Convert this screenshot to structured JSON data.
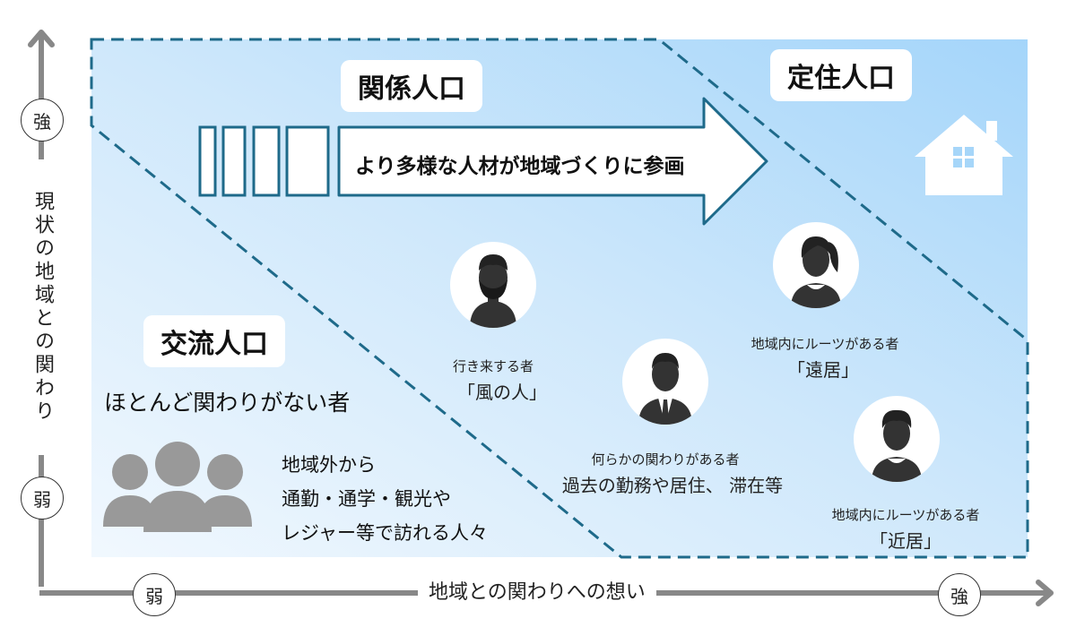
{
  "axes": {
    "y_label": "現状の地域との関わり",
    "y_strong": "強",
    "y_weak": "弱",
    "x_label": "地域との関わりへの想い",
    "x_weak": "弱",
    "x_strong": "強"
  },
  "regions": {
    "kankei": "関係人口",
    "teijuu": "定住人口",
    "kouryuu": "交流人口"
  },
  "arrow_text": "より多様な人材が地域づくりに参画",
  "kouryuu_desc": "ほとんど関わりがない者",
  "kouryuu_detail": [
    "地域外から",
    "通勤・通学・観光や",
    "レジャー等で訪れる人々"
  ],
  "persons": {
    "kaze": {
      "desc": "行き来する者",
      "name": "「風の人」"
    },
    "nanraka": {
      "desc": "何らかの関わりがある者",
      "detail": "過去の勤務や居住、 滞在等"
    },
    "enkyo": {
      "desc": "地域内にルーツがある者",
      "name": "「遠居」"
    },
    "kinkyo": {
      "desc": "地域内にルーツがある者",
      "name": "「近居」"
    }
  },
  "colors": {
    "light_blue": "#e9f4fd",
    "mid_blue": "#bfe0fa",
    "dark_blue": "#a6d6f9",
    "dash": "#1e6a8a",
    "gray": "#888888"
  }
}
